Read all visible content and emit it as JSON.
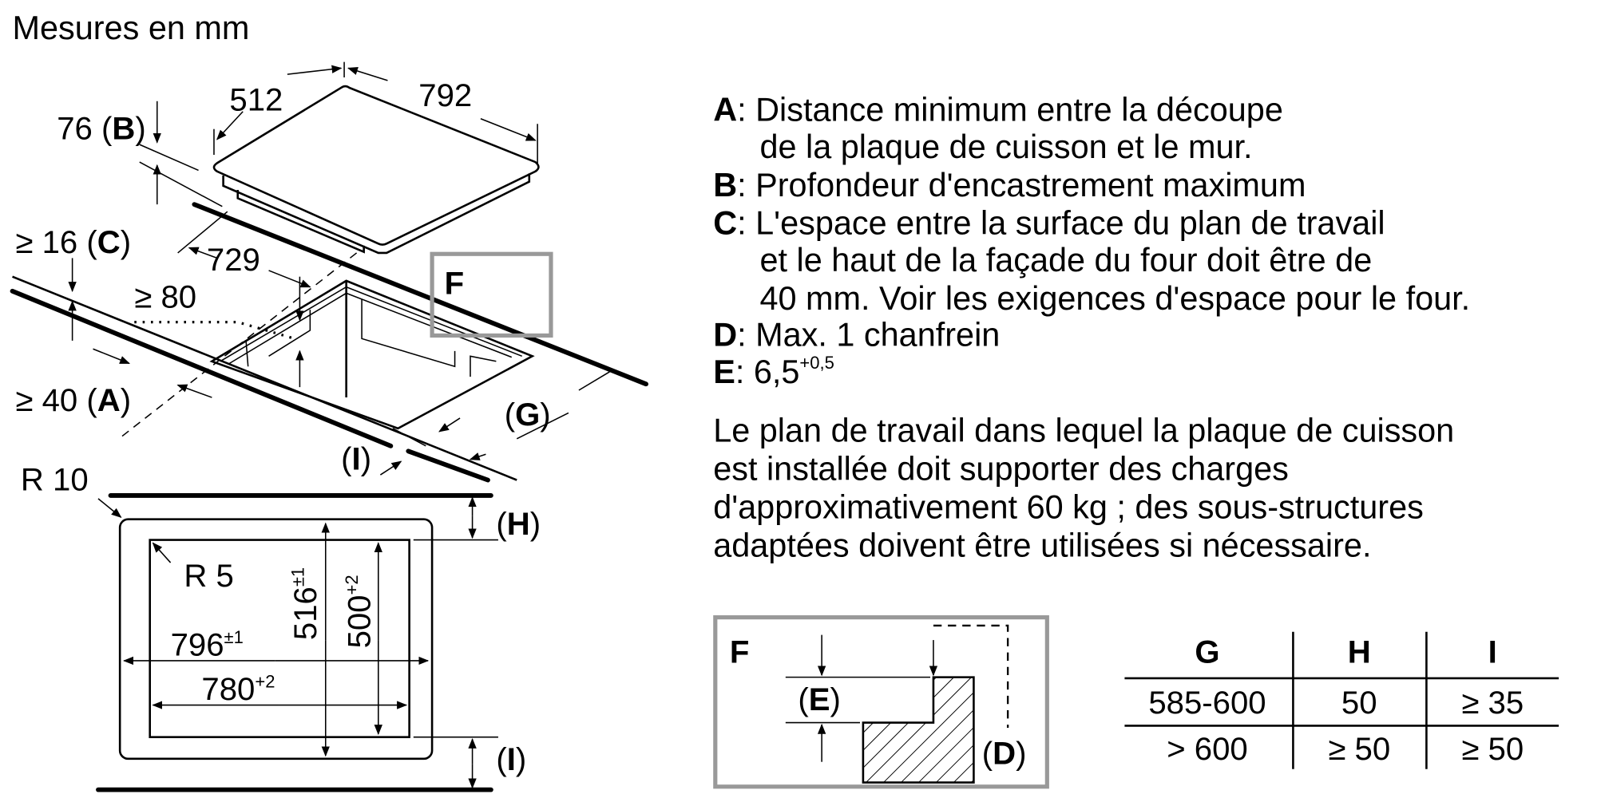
{
  "title": "Mesures en mm",
  "iso": {
    "width": "512",
    "length": "792",
    "depth_b": "76 (",
    "b": "B",
    "close": ")",
    "c_pre": "≥ 16 (",
    "c": "C",
    "cutout": "729",
    "min80": "≥ 80",
    "a_pre": "≥ 40 (",
    "a": "A",
    "g_open": "(",
    "g": "G",
    "i": "I",
    "f": "F"
  },
  "plan": {
    "r10": "R 10",
    "r5": "R 5",
    "w_outer": "796",
    "w_outer_tol": "±1",
    "w_inner": "780",
    "w_inner_tol": "+2",
    "h_outer": "516",
    "h_outer_tol": "±1",
    "h_inner": "500",
    "h_inner_tol": "+2",
    "h": "H",
    "i": "I"
  },
  "legend": [
    {
      "key": "A",
      "lines": [
        ": Distance minimum entre la découpe",
        "de la plaque de cuisson et le mur."
      ]
    },
    {
      "key": "B",
      "lines": [
        ": Profondeur d'encastrement maximum"
      ]
    },
    {
      "key": "C",
      "lines": [
        ": L'espace entre la surface du plan de travail",
        "et le haut de la façade du four doit être de",
        "40 mm. Voir les exigences d'espace pour le four."
      ]
    },
    {
      "key": "D",
      "lines": [
        ": Max. 1 chanfrein"
      ]
    },
    {
      "key": "E",
      "lines": [
        ": 6,5"
      ],
      "sup": "+0,5"
    }
  ],
  "note": [
    "Le plan de travail dans lequel la plaque de cuisson",
    "est installée doit supporter des charges",
    "d'approximativement 60 kg ; des sous-structures",
    "adaptées doivent être utilisées si nécessaire."
  ],
  "detail": {
    "label": "F",
    "e": "E",
    "d": "D"
  },
  "table": {
    "headers": [
      "G",
      "H",
      "I"
    ],
    "rows": [
      [
        "585-600",
        "50",
        "≥ 35"
      ],
      [
        "> 600",
        "≥ 50",
        "≥ 50"
      ]
    ]
  }
}
